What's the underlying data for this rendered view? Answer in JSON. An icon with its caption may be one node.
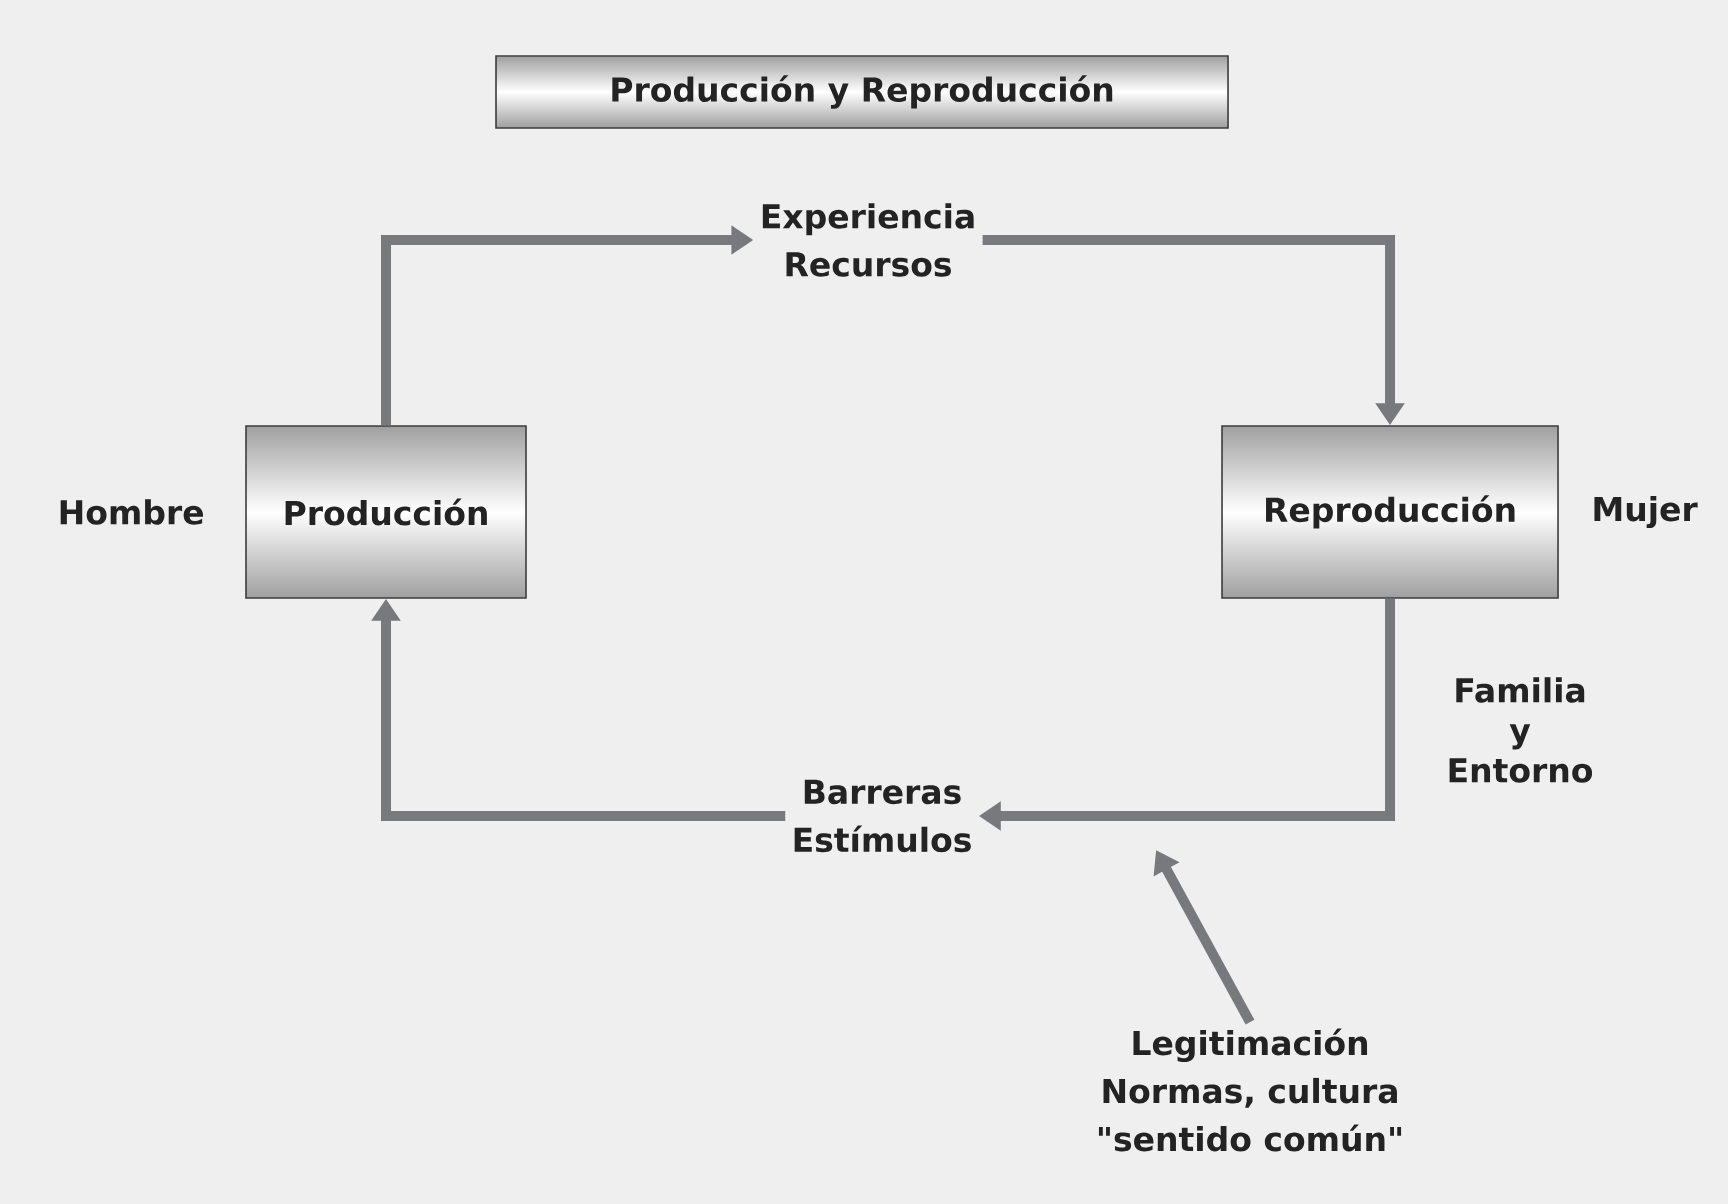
{
  "diagram": {
    "nodes": [
      {
        "text": [
          "Producción y Reproducción"
        ]
      },
      {
        "text": [
          "Producción"
        ],
        "beside": [
          "Hombre"
        ]
      },
      {
        "text": [
          "Reproducción"
        ],
        "beside": [
          "Mujer"
        ]
      },
      {
        "text": [
          "Experiencia",
          "Recursos"
        ]
      },
      {
        "text": [
          "Barreras",
          "Estímulos"
        ]
      },
      {
        "text": [
          "Legitimación",
          "Normas, cultura",
          "\"sentido común\""
        ]
      }
    ],
    "edges": [
      {
        "from": 1,
        "to": 3,
        "arrow": "to"
      },
      {
        "from": 3,
        "to": 2,
        "arrow": "to"
      },
      {
        "from": 2,
        "to": 4,
        "arrow": "to"
      },
      {
        "from": 4,
        "to": 1,
        "arrow": "to"
      },
      {
        "from": 5,
        "to": null,
        "arrow": "to"
      }
    ],
    "labels": [
      "Familia y Entorno"
    ]
  }
}
